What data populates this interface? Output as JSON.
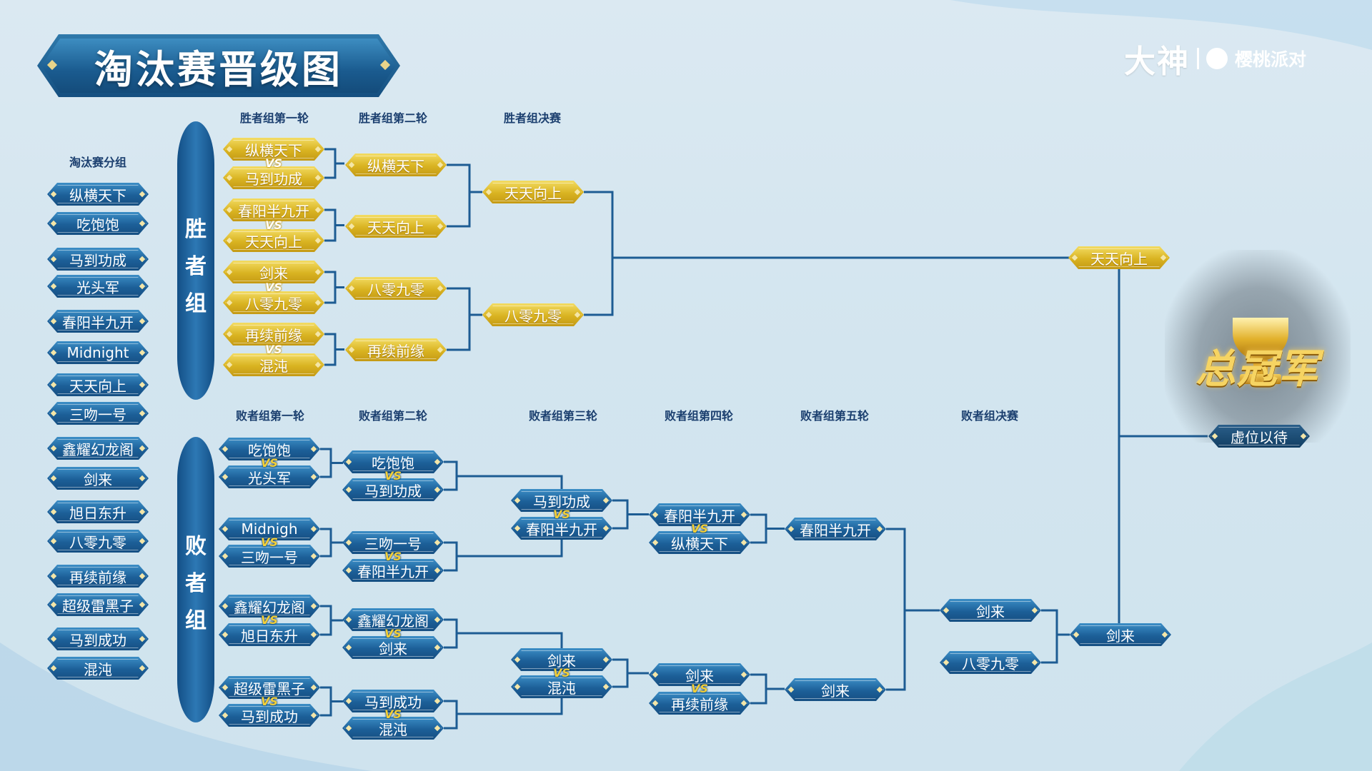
{
  "title": "淘汰赛晋级图",
  "logo": {
    "brand_main": "大神",
    "brand_sub": "樱桃派对"
  },
  "headers": {
    "groups": "淘汰赛分组",
    "wb_r1": "胜者组第一轮",
    "wb_r2": "胜者组第二轮",
    "wb_final": "胜者组决赛",
    "lb_r1": "败者组第一轮",
    "lb_r2": "败者组第二轮",
    "lb_r3": "败者组第三轮",
    "lb_r4": "败者组第四轮",
    "lb_r5": "败者组第五轮",
    "lb_final": "败者组决赛"
  },
  "side": {
    "winners": [
      "胜",
      "者",
      "组"
    ],
    "losers": [
      "败",
      "者",
      "组"
    ]
  },
  "vs": "VS",
  "groups": [
    "纵横天下",
    "吃饱饱",
    "马到功成",
    "光头军",
    "春阳半九开",
    "Midnight",
    "天天向上",
    "三吻一号",
    "鑫耀幻龙阁",
    "剑来",
    "旭日东升",
    "八零九零",
    "再续前缘",
    "超级雷黑子",
    "马到成功",
    "混沌"
  ],
  "wb_r1": [
    [
      "纵横天下",
      "马到功成"
    ],
    [
      "春阳半九开",
      "天天向上"
    ],
    [
      "剑来",
      "八零九零"
    ],
    [
      "再续前缘",
      "混沌"
    ]
  ],
  "wb_r2": [
    "纵横天下",
    "天天向上",
    "八零九零",
    "再续前缘"
  ],
  "wb_final": [
    "天天向上",
    "八零九零"
  ],
  "wb_winner": "天天向上",
  "lb_r1": [
    [
      "吃饱饱",
      "光头军"
    ],
    [
      "Midnigh",
      "三吻一号"
    ],
    [
      "鑫耀幻龙阁",
      "旭日东升"
    ],
    [
      "超级雷黑子",
      "马到成功"
    ]
  ],
  "lb_r2": [
    [
      "吃饱饱",
      "马到功成"
    ],
    [
      "三吻一号",
      "春阳半九开"
    ],
    [
      "鑫耀幻龙阁",
      "剑来"
    ],
    [
      "马到成功",
      "混沌"
    ]
  ],
  "lb_r3": [
    [
      "马到功成",
      "春阳半九开"
    ],
    [
      "剑来",
      "混沌"
    ]
  ],
  "lb_r4": [
    [
      "春阳半九开",
      "纵横天下"
    ],
    [
      "剑来",
      "再续前缘"
    ]
  ],
  "lb_r5": [
    "春阳半九开",
    "剑来"
  ],
  "lb_final": [
    "剑来",
    "八零九零"
  ],
  "lb_winner": "剑来",
  "champion": {
    "label": "总冠军",
    "name": "虚位以待"
  },
  "colors": {
    "blue": "#1c5f98",
    "gold": "#d9b321",
    "line": "#1d5c93"
  }
}
